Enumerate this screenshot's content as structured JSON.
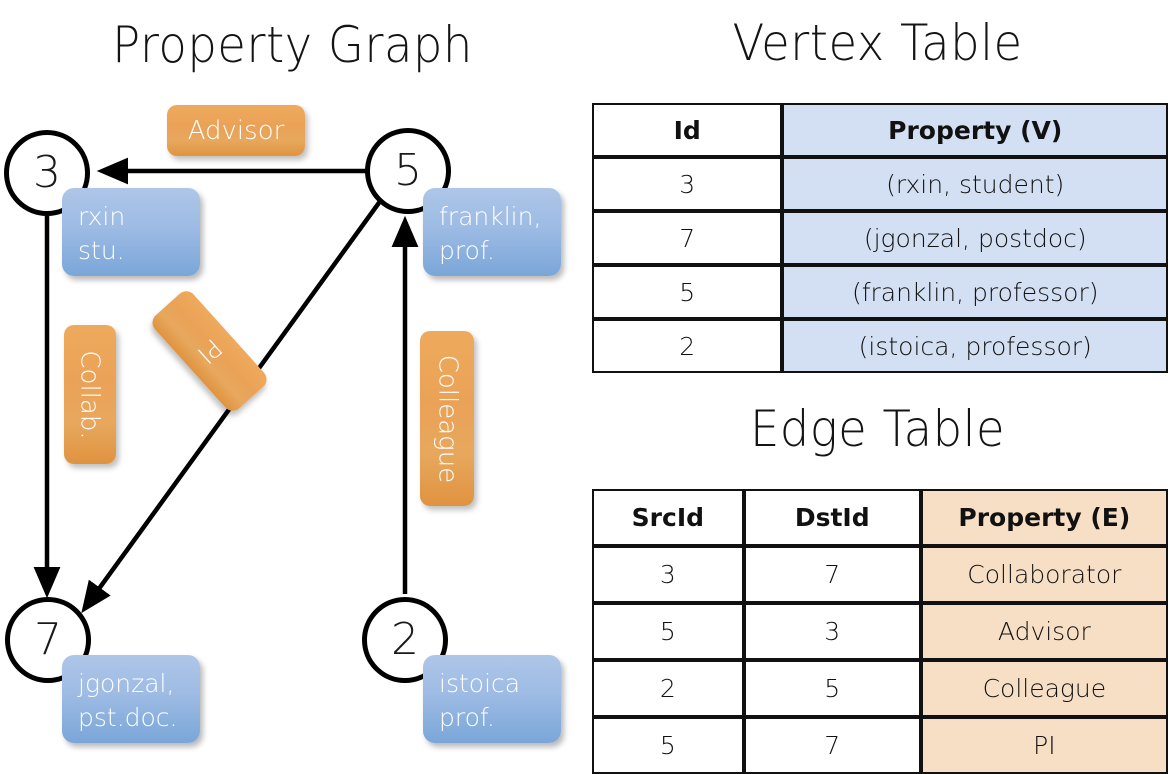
{
  "titles": {
    "property_graph": "Property Graph",
    "vertex_table": "Vertex Table",
    "edge_table": "Edge Table"
  },
  "colors": {
    "vertex_property_fill": "#d3dff2",
    "edge_property_fill": "#f7dfc6",
    "node_box_blue": "#9dbbe4",
    "edge_label_orange": "#eaa257",
    "stroke": "#111111"
  },
  "graph": {
    "nodes": [
      {
        "id": "3",
        "name": "node-3",
        "property_line1": "rxin",
        "property_line2": "stu."
      },
      {
        "id": "5",
        "name": "node-5",
        "property_line1": "franklin,",
        "property_line2": "prof."
      },
      {
        "id": "7",
        "name": "node-7",
        "property_line1": "jgonzal,",
        "property_line2": "pst.doc."
      },
      {
        "id": "2",
        "name": "node-2",
        "property_line1": "istoica",
        "property_line2": "prof."
      }
    ],
    "edge_labels": [
      {
        "key": "advisor",
        "text": "Advisor"
      },
      {
        "key": "collab",
        "text": "Collab."
      },
      {
        "key": "pi",
        "text": "PI"
      },
      {
        "key": "colleague",
        "text": "Colleague"
      }
    ],
    "edges": [
      {
        "from": "5",
        "to": "3",
        "label": "Advisor"
      },
      {
        "from": "3",
        "to": "7",
        "label": "Collab."
      },
      {
        "from": "5",
        "to": "7",
        "label": "PI"
      },
      {
        "from": "2",
        "to": "5",
        "label": "Colleague"
      }
    ]
  },
  "vertex_table": {
    "headers": [
      "Id",
      "Property (V)"
    ],
    "rows": [
      {
        "id": "3",
        "property": "(rxin, student)"
      },
      {
        "id": "7",
        "property": "(jgonzal, postdoc)"
      },
      {
        "id": "5",
        "property": "(franklin, professor)"
      },
      {
        "id": "2",
        "property": "(istoica, professor)"
      }
    ]
  },
  "edge_table": {
    "headers": [
      "SrcId",
      "DstId",
      "Property (E)"
    ],
    "rows": [
      {
        "src": "3",
        "dst": "7",
        "property": "Collaborator"
      },
      {
        "src": "5",
        "dst": "3",
        "property": "Advisor"
      },
      {
        "src": "2",
        "dst": "5",
        "property": "Colleague"
      },
      {
        "src": "5",
        "dst": "7",
        "property": "PI"
      }
    ]
  }
}
